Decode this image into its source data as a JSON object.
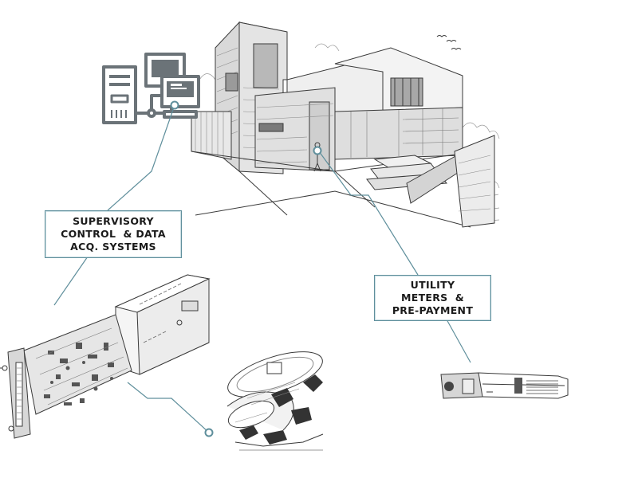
{
  "labels": {
    "scada": "SUPERVISORY\nCONTROL  & DATA\nACQ. SYSTEMS",
    "utility": "UTILITY\nMETERS  &\nPRE-PAYMENT"
  },
  "colors": {
    "connector": "#5f8f9c",
    "sketch": "#3a3a3a",
    "shade": "#8a8a8a",
    "icon": "#6b7378"
  },
  "icons": {
    "computers": "computer-network-icon",
    "house": "house-sketch",
    "board": "electronic-module-sketch",
    "dish": "satellite-dish-sketch",
    "card": "smart-card-token-sketch"
  }
}
